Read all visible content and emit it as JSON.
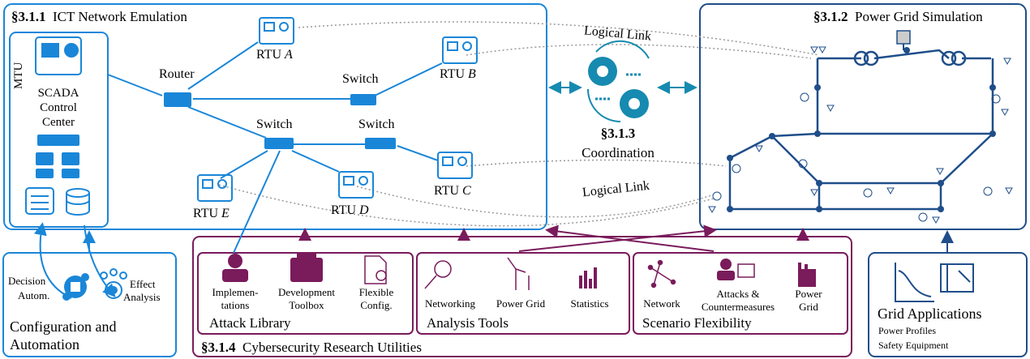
{
  "colors": {
    "blue": "#1a86d8",
    "navy": "#1f4e8a",
    "teal": "#168ab0",
    "maroon": "#7a1b5c",
    "grey": "#999999"
  },
  "ict": {
    "section": "§3.1.1",
    "title": "ICT Network Emulation"
  },
  "grid": {
    "section": "§3.1.2",
    "title": "Power Grid Simulation"
  },
  "coord": {
    "section": "§3.1.3",
    "title": "Coordination"
  },
  "utils": {
    "section": "§3.1.4",
    "title": "Cybersecurity Research Utilities"
  },
  "mtu": {
    "label": "MTU",
    "scada": [
      "SCADA",
      "Control",
      "Center"
    ]
  },
  "net": {
    "router": "Router",
    "switch": "Switch",
    "rtu": "RTU",
    "rtu_ids": [
      "A",
      "B",
      "C",
      "D",
      "E"
    ]
  },
  "links": {
    "top": "Logical Link",
    "bottom": "Logical Link"
  },
  "config": {
    "title": [
      "Configuration and",
      "Automation"
    ],
    "decision": [
      "Decision",
      "Autom."
    ],
    "effect": [
      "Effect",
      "Analysis"
    ]
  },
  "attack": {
    "title": "Attack Library",
    "items": [
      [
        "Implemen-",
        "tations"
      ],
      [
        "Development",
        "Toolbox"
      ],
      [
        "Flexible",
        "Config."
      ]
    ]
  },
  "analysis": {
    "title": "Analysis Tools",
    "items": [
      "Networking",
      "Power Grid",
      "Statistics"
    ]
  },
  "scenario": {
    "title": "Scenario Flexibility",
    "items": [
      [
        "Network"
      ],
      [
        "Attacks &",
        "Countermeasures"
      ],
      [
        "Power",
        "Grid"
      ]
    ]
  },
  "apps": {
    "title": "Grid Applications",
    "items": [
      "Power Profiles",
      "Safety Equipment"
    ]
  }
}
